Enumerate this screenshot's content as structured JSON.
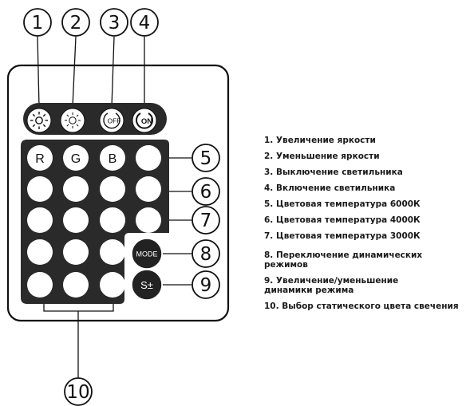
{
  "callouts": [
    "1",
    "2",
    "3",
    "4",
    "5",
    "6",
    "7",
    "8",
    "9",
    "10"
  ],
  "buttons": {
    "r": "R",
    "g": "G",
    "b": "B",
    "off": "OFF",
    "on": "ON",
    "mode": "MODE",
    "speed": "S±"
  },
  "legend": [
    "1. Увеличение яркости",
    "2. Уменьшение яркости",
    "3. Выключение светильника",
    "4. Включение светильника",
    "5. Цветовая температура 6000К",
    "6. Цветовая температура 4000К",
    "7. Цветовая температура 3000К",
    "8. Переключение динамических\n    режимов",
    "9. Увеличение/уменьшение\n    динамики режима",
    "10. Выбор статического цвета свечения"
  ],
  "icons": {
    "brightness_up": "sun-up-icon",
    "brightness_down": "sun-down-icon",
    "power_off": "power-off-icon",
    "power_on": "power-on-icon"
  },
  "colors": {
    "remote_body": "#2a2a2a",
    "button": "#ffffff",
    "dark_button": "#222222",
    "outline": "#111111"
  }
}
